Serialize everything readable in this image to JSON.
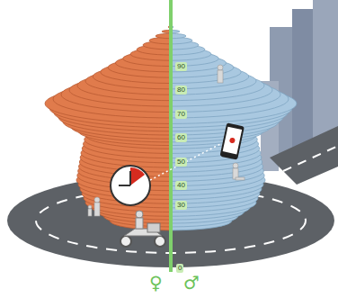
{
  "diagram": {
    "labels": [
      "90",
      "80",
      "70",
      "60",
      "50",
      "40",
      "30",
      "0",
      "♀",
      "♂"
    ]
  }
}
